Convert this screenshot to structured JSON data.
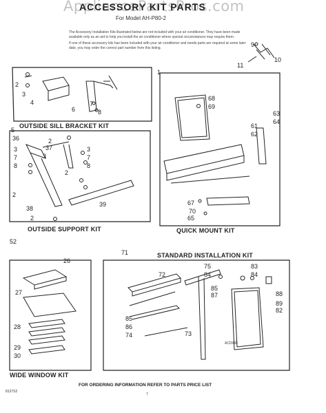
{
  "watermark": "AppliancePartsPros.com",
  "header": {
    "title": "ACCESSORY KIT PARTS",
    "subtitle": "For Model AH-P80-2"
  },
  "intro": {
    "p1": "The Accessory Installation Kits illustrated below are not included with your air conditioner. They have been made available only as an aid to help you install the air conditioner where special circumstances may require them.",
    "p2": "If one of these accessory kits has been included with your air conditioner and needs parts are required at some later date, you may order the correct part number from this listing."
  },
  "sections": {
    "sill": "OUTSIDE SILL BRACKET KIT",
    "support": "OUTSIDE SUPPORT KIT",
    "quick": "QUICK MOUNT KIT",
    "standard": "STANDARD INSTALLATION KIT",
    "wide": "WIDE WINDOW KIT"
  },
  "callouts": {
    "n1": "1",
    "n2": "2",
    "n3": "3",
    "n4": "4",
    "n5": "5",
    "n6": "6",
    "n7": "7",
    "n8": "8",
    "n9": "9",
    "n10": "10",
    "n11": "11",
    "n2b": "2",
    "n3b": "3",
    "n7b": "7",
    "n8b": "8",
    "n36": "36",
    "n37": "37",
    "n3c": "3",
    "n2c": "2",
    "n8c": "8",
    "n3d": "3",
    "n7c": "7",
    "n2d": "2",
    "n38": "38",
    "n39": "39",
    "n2e": "2",
    "n52": "52",
    "n68": "68",
    "n69": "69",
    "n63": "63",
    "n64": "64",
    "n61": "61",
    "n62": "62",
    "n67": "67",
    "n70": "70",
    "n65": "65",
    "n26": "26",
    "n27": "27",
    "n28": "28",
    "n29": "29",
    "n30": "30",
    "n71": "71",
    "n72": "72",
    "n75": "75",
    "n84": "84",
    "n83": "83",
    "n84b": "84",
    "n85": "85",
    "n87": "87",
    "n88": "88",
    "n89": "89",
    "n82": "82",
    "n85b": "85",
    "n86": "86",
    "n74": "74",
    "n73": "73"
  },
  "footer": "FOR ORDERING INFORMATION REFER TO PARTS PRICE LIST",
  "page_number": "7",
  "doc_code": "8137S2",
  "art_code": "ACD095"
}
